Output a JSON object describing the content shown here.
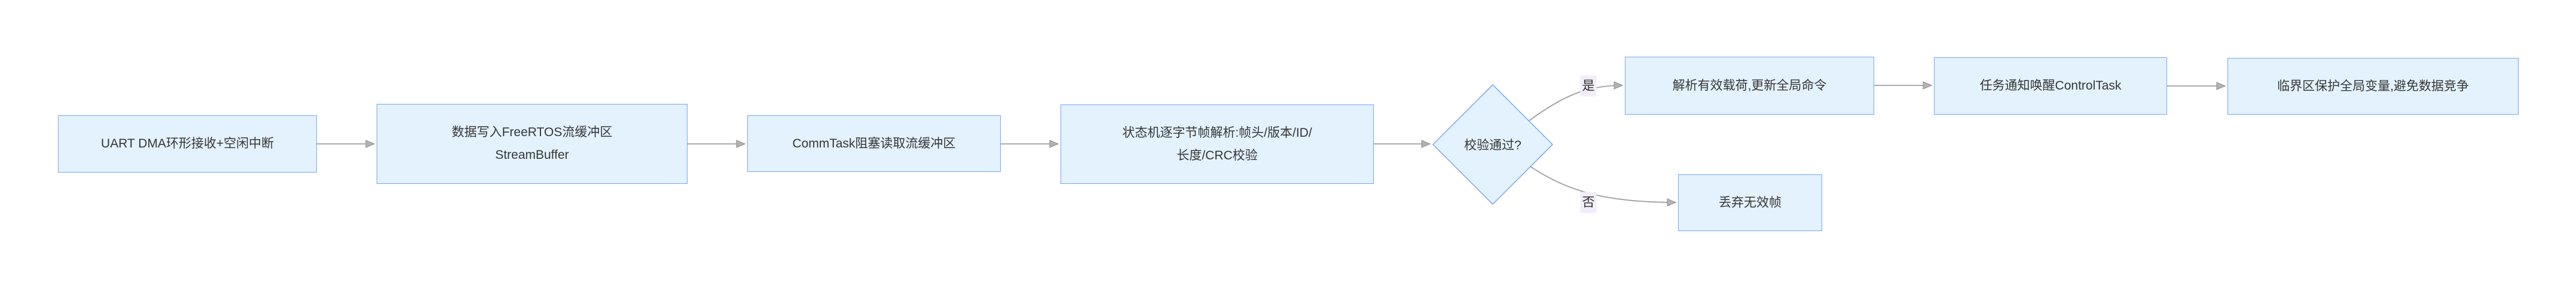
{
  "diagram": {
    "type": "flowchart",
    "direction": "left-to-right",
    "colors": {
      "node_fill": "#e3f2fd",
      "node_border": "#76a5f2",
      "node_text": "#363636",
      "edge_stroke": "#9f9f9f",
      "edge_label_bg": "#f3edfb",
      "background": "#ffffff"
    },
    "nodes": [
      {
        "id": "uart",
        "shape": "rect",
        "text": "UART DMA环形接收+空闲中断"
      },
      {
        "id": "stream",
        "shape": "rect",
        "text": "数据写入FreeRTOS流缓冲区\nStreamBuffer"
      },
      {
        "id": "commtask",
        "shape": "rect",
        "text": "CommTask阻塞读取流缓冲区"
      },
      {
        "id": "parser",
        "shape": "rect",
        "text": "状态机逐字节帧解析:帧头/版本/ID/\n长度/CRC校验"
      },
      {
        "id": "decision",
        "shape": "diamond",
        "text": "校验通过?"
      },
      {
        "id": "payload",
        "shape": "rect",
        "text": "解析有效载荷,更新全局命令"
      },
      {
        "id": "discard",
        "shape": "rect",
        "text": "丢弃无效帧"
      },
      {
        "id": "notify",
        "shape": "rect",
        "text": "任务通知唤醒ControlTask"
      },
      {
        "id": "critical",
        "shape": "rect",
        "text": "临界区保护全局变量,避免数据竞争"
      }
    ],
    "edges": [
      {
        "from": "uart",
        "to": "stream",
        "label": ""
      },
      {
        "from": "stream",
        "to": "commtask",
        "label": ""
      },
      {
        "from": "commtask",
        "to": "parser",
        "label": ""
      },
      {
        "from": "parser",
        "to": "decision",
        "label": ""
      },
      {
        "from": "decision",
        "to": "payload",
        "label": "是"
      },
      {
        "from": "decision",
        "to": "discard",
        "label": "否"
      },
      {
        "from": "payload",
        "to": "notify",
        "label": ""
      },
      {
        "from": "notify",
        "to": "critical",
        "label": ""
      }
    ],
    "edge_labels": {
      "yes": "是",
      "no": "否"
    }
  }
}
